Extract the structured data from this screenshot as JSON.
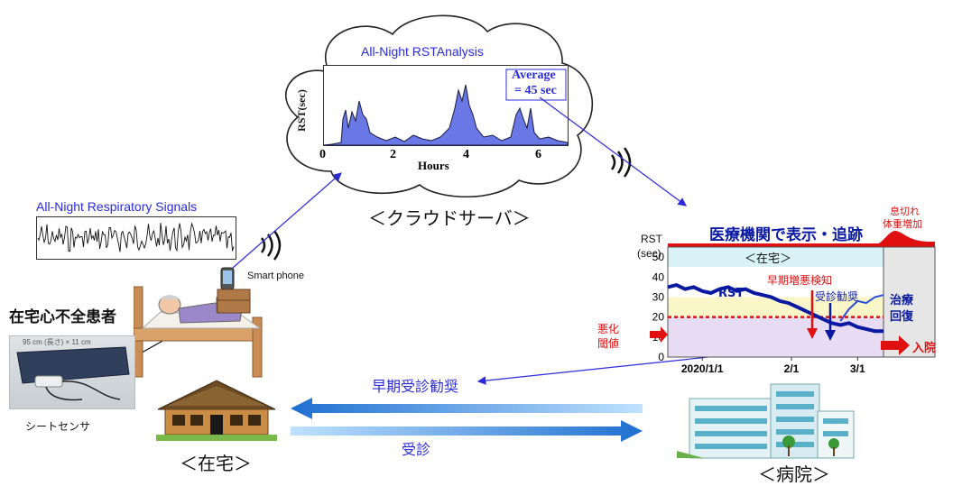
{
  "cloud": {
    "title": "All-Night RSTAnalysis",
    "ylabel": "RST(sec)",
    "xlabel": "Hours",
    "xticks": [
      "0",
      "2",
      "4",
      "6"
    ],
    "avg_line1": "Average",
    "avg_line2": "= 45 sec",
    "caption": "＜クラウドサーバ＞"
  },
  "resp": {
    "title": "All-Night Respiratory Signals"
  },
  "home": {
    "smartphone_label": "Smart phone",
    "patient_label": "在宅心不全患者",
    "sensor_label": "シートセンサ",
    "sensor_ruler": "95 cm (長さ) × 11 cm",
    "home_caption": "＜在宅＞"
  },
  "hospital": {
    "caption": "＜病院＞",
    "banner": "医療機関で表示・追跡",
    "short_breath_1": "息切れ",
    "short_breath_2": "体重増加"
  },
  "arrows": {
    "early_rec": "早期受診勧奨",
    "visit": "受診"
  },
  "chart_data": {
    "type": "line",
    "title": "",
    "ylabel_1": "RST",
    "ylabel_2": "(sec)",
    "ylim": [
      0,
      55
    ],
    "yticks": [
      "0",
      "10",
      "20",
      "30",
      "40",
      "50"
    ],
    "xticks": [
      "2020/1/1",
      "2/1",
      "3/1"
    ],
    "home_label": "＜在宅＞",
    "series_label": "RST",
    "threshold_label_1": "悪化",
    "threshold_label_2": "閾値",
    "threshold_value": 20,
    "early_detect": "早期増悪検知",
    "visit_rec": "受診勧奨",
    "treat_1": "治療",
    "treat_2": "回復",
    "admit": "入院",
    "x": [
      0,
      3,
      6,
      9,
      12,
      15,
      18,
      21,
      24,
      27,
      30,
      33,
      36,
      39,
      42,
      45,
      48,
      51,
      54,
      57,
      60,
      63,
      66,
      69,
      72,
      75
    ],
    "values": [
      35,
      36,
      34,
      35,
      33,
      32,
      34,
      35,
      33,
      34,
      32,
      31,
      30,
      28,
      27,
      25,
      23,
      21,
      19,
      17,
      16,
      17,
      15,
      14,
      13,
      13
    ],
    "recovery_x": [
      60,
      63,
      66,
      69,
      72,
      75
    ],
    "recovery_values": [
      18,
      24,
      28,
      27,
      30,
      31
    ]
  }
}
